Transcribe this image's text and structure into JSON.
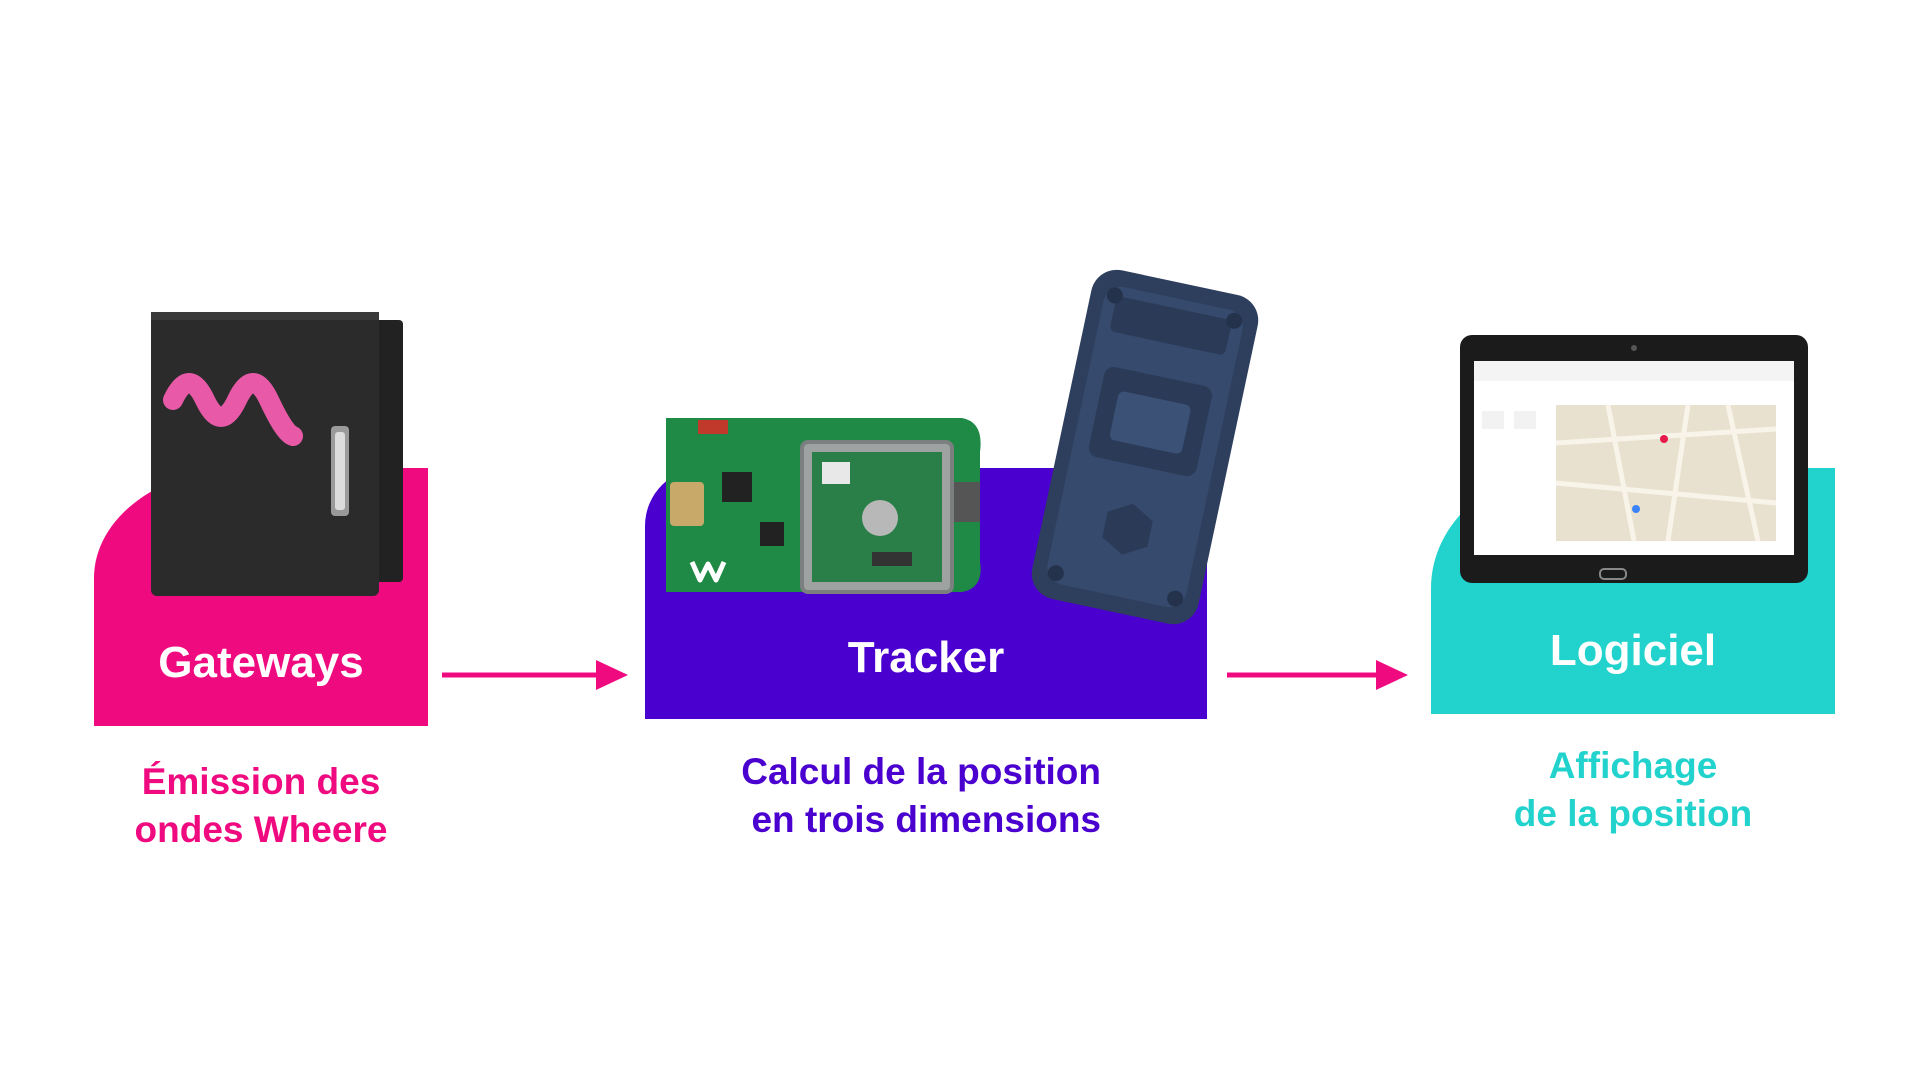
{
  "steps": [
    {
      "label": "Gateways",
      "caption": [
        "Émission des",
        "ondes Wheere"
      ],
      "color": "#f00a80"
    },
    {
      "label": "Tracker",
      "caption": [
        "Calcul de la position",
        "en trois dimensions"
      ],
      "color": "#4a00cf"
    },
    {
      "label": "Logiciel",
      "caption": [
        "Affichage",
        "de la position"
      ],
      "color": "#22d3cd"
    }
  ],
  "arrow_color": "#f00a80",
  "icons": {
    "gateway": "gateway-device-icon",
    "pcb": "pcb-board-icon",
    "case": "rugged-tracker-case-icon",
    "tablet": "tablet-map-icon",
    "logo": "wheere-logo-icon"
  }
}
